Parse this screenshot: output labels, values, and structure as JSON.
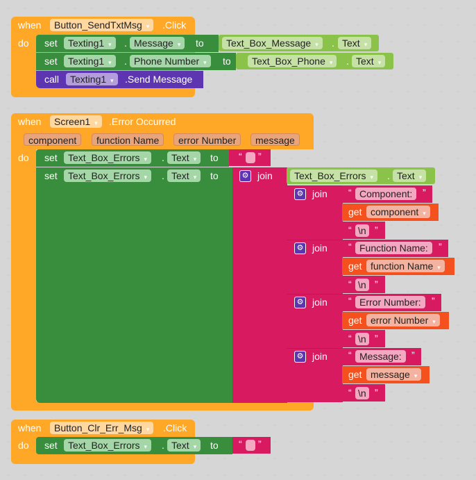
{
  "event1": {
    "when": "when",
    "component": "Button_SendTxtMsg",
    "event": ".Click",
    "do": "do",
    "row1": {
      "set": "set",
      "comp": "Texting1",
      "dot": ".",
      "prop": "Message",
      "to": "to",
      "val_comp": "Text_Box_Message",
      "val_prop": "Text"
    },
    "row2": {
      "set": "set",
      "comp": "Texting1",
      "dot": ".",
      "prop": "Phone Number",
      "to": "to",
      "val_comp": "Text_Box_Phone",
      "val_prop": "Text"
    },
    "row3": {
      "call": "call",
      "comp": "Texting1",
      "method": ".Send Message"
    }
  },
  "event2": {
    "when": "when",
    "component": "Screen1",
    "event": ".Error Occurred",
    "do": "do",
    "params": [
      "component",
      "function Name",
      "error Number",
      "message"
    ],
    "row1": {
      "set": "set",
      "comp": "Text_Box_Errors",
      "dot": ".",
      "prop": "Text",
      "to": "to",
      "open": "“",
      "close": "”"
    },
    "row2": {
      "set": "set",
      "comp": "Text_Box_Errors",
      "dot": ".",
      "prop": "Text",
      "to": "to",
      "join": "join",
      "val_comp": "Text_Box_Errors",
      "val_prop": "Text"
    },
    "joins": [
      {
        "join": "join",
        "label": "Component:",
        "get": "get",
        "var": "component",
        "nl": "\\n"
      },
      {
        "join": "join",
        "label": "Function Name:",
        "get": "get",
        "var": "function Name",
        "nl": "\\n"
      },
      {
        "join": "join",
        "label": "Error Number:",
        "get": "get",
        "var": "error Number",
        "nl": "\\n"
      },
      {
        "join": "join",
        "label": "Message:",
        "get": "get",
        "var": "message",
        "nl": "\\n"
      }
    ],
    "open": "“",
    "close": "”"
  },
  "event3": {
    "when": "when",
    "component": "Button_Clr_Err_Msg",
    "event": ".Click",
    "do": "do",
    "row1": {
      "set": "set",
      "comp": "Text_Box_Errors",
      "dot": ".",
      "prop": "Text",
      "to": "to",
      "open": "“",
      "close": "”"
    }
  },
  "arrow": "▾",
  "gear": "⚙",
  "colors": {
    "event": "#ffa726",
    "setter": "#388e3c",
    "getter": "#8bc34a",
    "method": "#5e35b1",
    "text": "#d81b60",
    "variable": "#f4511e"
  }
}
